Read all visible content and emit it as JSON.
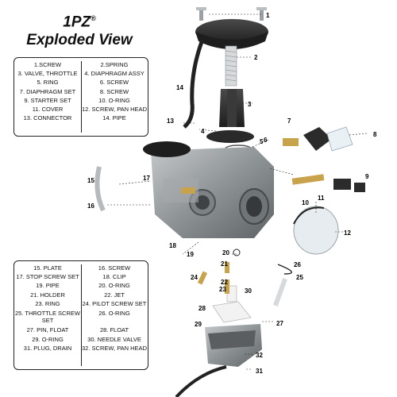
{
  "title": {
    "model": "1PZ",
    "mark": "®",
    "subtitle": "Exploded View"
  },
  "legend_top": {
    "left": [
      "1.SCREW",
      "3. VALVE, THROTTLE",
      "5. RING",
      "7. DIAPHRAGM SET",
      "9. STARTER SET",
      "11. COVER",
      "13. CONNECTOR"
    ],
    "right": [
      "2.SPRING",
      "4. DIAPHRAGM ASSY",
      "6. SCREW",
      "8. SCREW",
      "10. O-RING",
      "12. SCREW, PAN HEAD",
      "14. PIPE"
    ]
  },
  "legend_bottom": {
    "left": [
      "15. PLATE",
      "17. STOP SCREW SET",
      "19. PIPE",
      "21. HOLDER",
      "23. RING",
      "25. THROTTLE SCREW SET",
      "27. PIN, FLOAT",
      "29. O-RING",
      "31. PLUG, DRAIN"
    ],
    "right": [
      "16. SCREW",
      "18. CLIP",
      "20. O-RING",
      "22. JET",
      "24. PILOT SCREW SET",
      "26. O-RING",
      "28. FLOAT",
      "30. NEEDLE VALVE",
      "32. SCREW, PAN HEAD"
    ]
  },
  "callouts": {
    "c1": "1",
    "c2": "2",
    "c3": "3",
    "c4": "4",
    "c5": "5",
    "c6": "6",
    "c7": "7",
    "c8": "8",
    "c9": "9",
    "c10": "10",
    "c11": "11",
    "c12": "12",
    "c13": "13",
    "c14": "14",
    "c15": "15",
    "c16": "16",
    "c17": "17",
    "c18": "18",
    "c19": "19",
    "c20": "20",
    "c21": "21",
    "c22": "22",
    "c23": "23",
    "c24": "24",
    "c25": "25",
    "c26": "26",
    "c27": "27",
    "c28": "28",
    "c29": "29",
    "c30": "30",
    "c31": "31",
    "c32": "32"
  },
  "colors": {
    "metal": "#8e9396",
    "dark": "#2b2b2b",
    "light": "#d9dcdd",
    "accent": "#c07a2a",
    "brass": "#b98a3a"
  }
}
